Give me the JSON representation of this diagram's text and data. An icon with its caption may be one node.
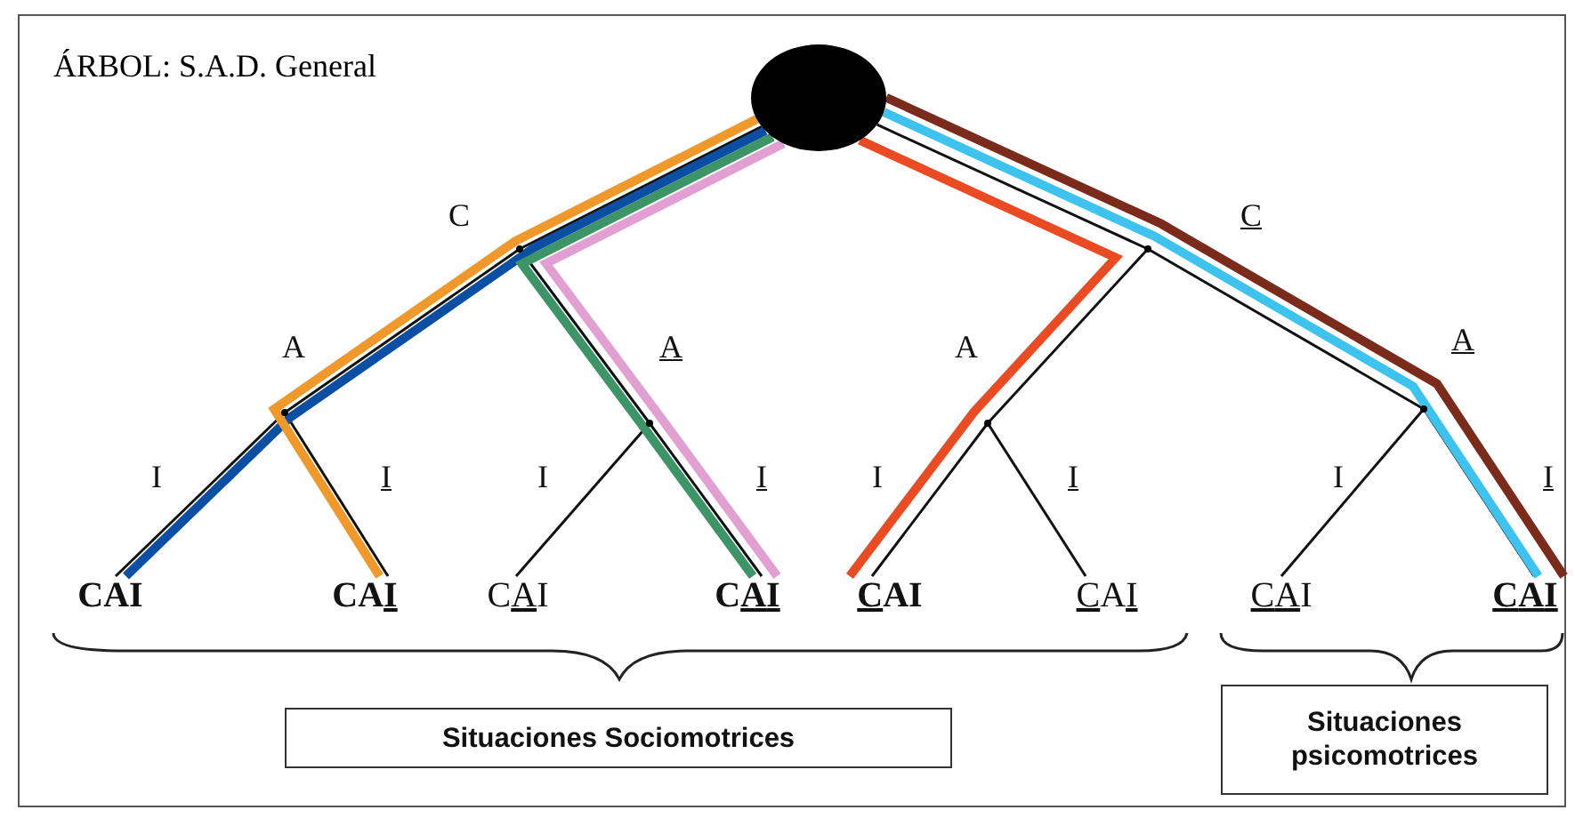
{
  "diagram": {
    "title": "ÁRBOL: S.A.D. General",
    "nodes": [
      {
        "text": [],
        "shape": "circle"
      },
      {
        "text": [],
        "shape": "dot"
      },
      {
        "text": [],
        "shape": "dot"
      },
      {
        "text": [],
        "shape": "dot"
      },
      {
        "text": [],
        "shape": "dot"
      },
      {
        "text": [],
        "shape": "dot"
      },
      {
        "text": [],
        "shape": "dot"
      },
      {
        "text": [
          "CAI"
        ]
      },
      {
        "text": [
          "CAI"
        ]
      },
      {
        "text": [
          "CAI"
        ]
      },
      {
        "text": [
          "CAI"
        ]
      },
      {
        "text": [
          "CAI"
        ]
      },
      {
        "text": [
          "CAI"
        ]
      },
      {
        "text": [
          "CAI"
        ]
      },
      {
        "text": [
          "CAI"
        ]
      },
      {
        "text": [
          "Situaciones Sociomotrices"
        ]
      },
      {
        "text": [
          "Situaciones psicomotrices"
        ]
      }
    ],
    "edges": [
      {
        "from": 0,
        "to": 1,
        "arrow": "none",
        "label": "C"
      },
      {
        "from": 0,
        "to": 2,
        "arrow": "none",
        "label": "C"
      },
      {
        "from": 1,
        "to": 3,
        "arrow": "none",
        "label": "A"
      },
      {
        "from": 1,
        "to": 4,
        "arrow": "none",
        "label": "A"
      },
      {
        "from": 2,
        "to": 5,
        "arrow": "none",
        "label": "A"
      },
      {
        "from": 2,
        "to": 6,
        "arrow": "none",
        "label": "A"
      },
      {
        "from": 3,
        "to": 7,
        "arrow": "none",
        "label": "I"
      },
      {
        "from": 3,
        "to": 8,
        "arrow": "none",
        "label": "I"
      },
      {
        "from": 4,
        "to": 9,
        "arrow": "none",
        "label": "I"
      },
      {
        "from": 4,
        "to": 10,
        "arrow": "none",
        "label": "I"
      },
      {
        "from": 5,
        "to": 11,
        "arrow": "none",
        "label": "I"
      },
      {
        "from": 5,
        "to": 12,
        "arrow": "none",
        "label": "I"
      },
      {
        "from": 6,
        "to": 13,
        "arrow": "none",
        "label": "I"
      },
      {
        "from": 6,
        "to": 14,
        "arrow": "none",
        "label": "I"
      },
      {
        "from": 0,
        "to": 7,
        "arrow": "none",
        "style": "thick",
        "color": "#0a4fa3"
      },
      {
        "from": 0,
        "to": 8,
        "arrow": "none",
        "style": "thick",
        "color": "#f0982a"
      },
      {
        "from": 0,
        "to": 10,
        "arrow": "none",
        "style": "thick",
        "color": "#3d9466"
      },
      {
        "from": 0,
        "to": 10,
        "arrow": "none",
        "style": "thick",
        "color": "#e2a0d2"
      },
      {
        "from": 0,
        "to": 11,
        "arrow": "none",
        "style": "thick",
        "color": "#ea4b23"
      },
      {
        "from": 0,
        "to": 14,
        "arrow": "none",
        "style": "thick",
        "color": "#3ec3ee"
      },
      {
        "from": 0,
        "to": 14,
        "arrow": "none",
        "style": "thick",
        "color": "#7b2b1b"
      }
    ]
  }
}
